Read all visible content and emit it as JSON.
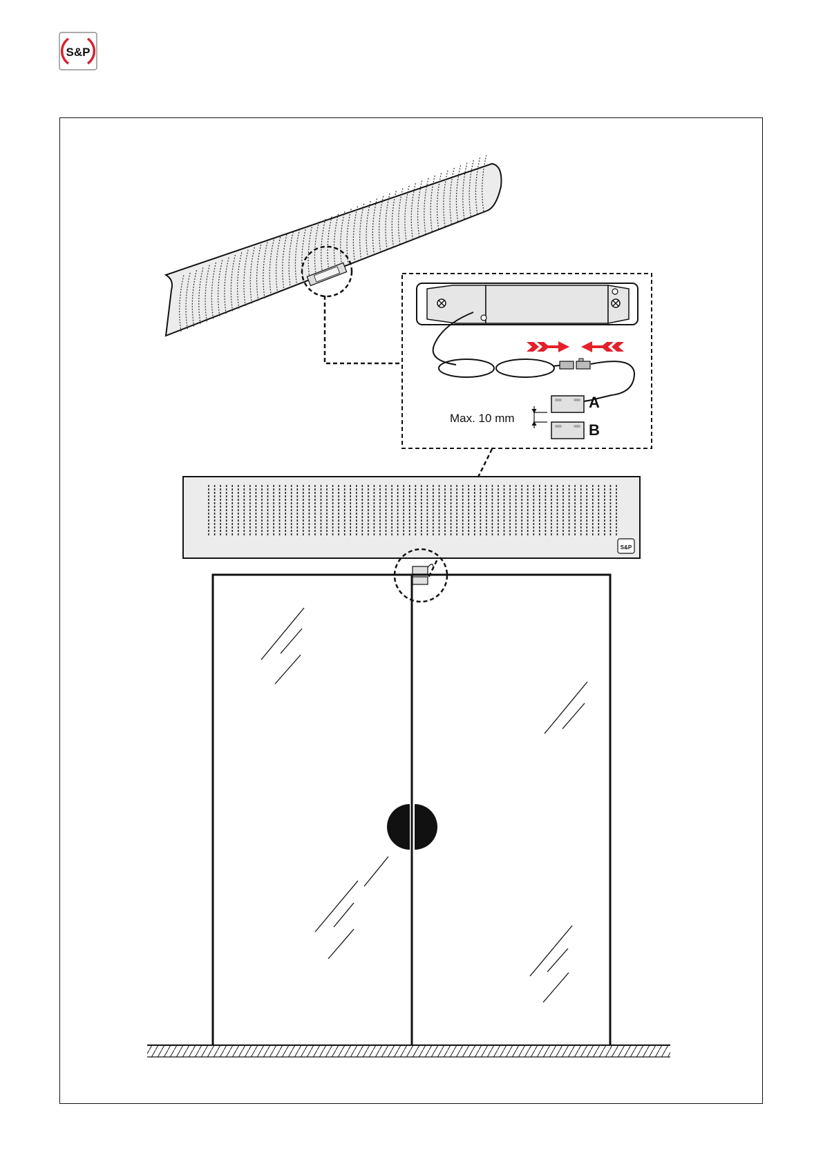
{
  "brand": {
    "logo_text": "S&P",
    "logo_color": "#d3232f"
  },
  "diagram": {
    "max_gap_label": "Max. 10 mm",
    "sensor_a_label": "A",
    "sensor_b_label": "B",
    "arrow_color": "#e3202b",
    "heater_badge_text": "S&P"
  }
}
